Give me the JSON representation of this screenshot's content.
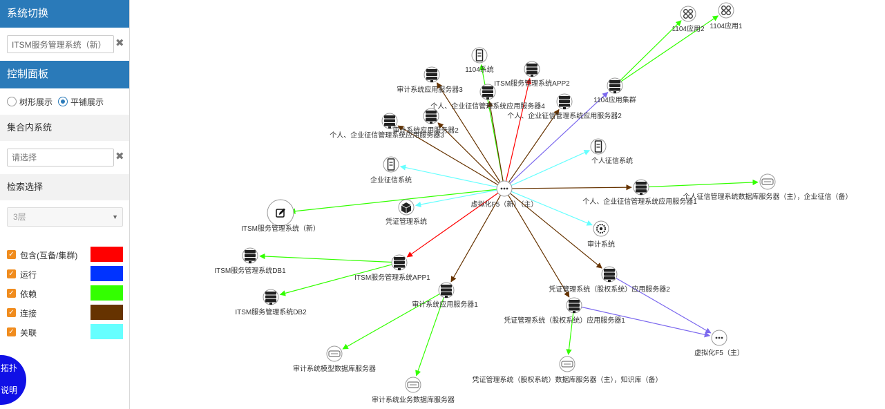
{
  "sidebar": {
    "system_switch_title": "系统切换",
    "system_input_value": "ITSM服务管理系统（新）",
    "control_panel_title": "控制面板",
    "display_modes": [
      {
        "label": "树形展示",
        "checked": false
      },
      {
        "label": "平铺展示",
        "checked": true
      }
    ],
    "collection_title": "集合内系统",
    "collection_placeholder": "请选择",
    "search_title": "检索选择",
    "level_select_value": "3层",
    "legend": [
      {
        "label": "包含(互备/集群)",
        "color": "#ff0000"
      },
      {
        "label": "运行",
        "color": "#0033ff"
      },
      {
        "label": "依赖",
        "color": "#33ff00"
      },
      {
        "label": "连接",
        "color": "#663300"
      },
      {
        "label": "关联",
        "color": "#66ffff"
      }
    ],
    "topology_button": {
      "line1": "拓扑",
      "line2": "说明"
    }
  },
  "graph": {
    "edge_colors": {
      "contain": "#ff0000",
      "run": "#0033ff",
      "depend": "#33ff00",
      "connect": "#663300",
      "relate": "#66ffff",
      "member": "#7b68ee"
    },
    "nodes": [
      {
        "id": "f5main",
        "label": "虚拟化F5（新）（主）",
        "icon": "more-icon"
      },
      {
        "id": "itsm",
        "label": "ITSM服务管理系统（新）",
        "icon": "edit-icon"
      },
      {
        "id": "app1",
        "label": "ITSM服务管理系统APP1",
        "icon": "server-icon"
      },
      {
        "id": "db1",
        "label": "ITSM服务管理系统DB1",
        "icon": "server-icon"
      },
      {
        "id": "db2",
        "label": "ITSM服务管理系统DB2",
        "icon": "server-icon"
      },
      {
        "id": "auditsrv1",
        "label": "审计系统应用服务器1",
        "icon": "server-icon"
      },
      {
        "id": "auditmodel",
        "label": "审计系统模型数据库服务器",
        "icon": "database-icon"
      },
      {
        "id": "auditbiz",
        "label": "审计系统业务数据库服务器",
        "icon": "database-icon"
      },
      {
        "id": "voucher",
        "label": "凭证管理系统",
        "icon": "box-icon"
      },
      {
        "id": "enterprise",
        "label": "企业征信系统",
        "icon": "server-small-icon"
      },
      {
        "id": "auditsrv3",
        "label": "审计系统应用服务器3",
        "icon": "server-icon"
      },
      {
        "id": "s1104",
        "label": "1104系统",
        "icon": "server-small-icon"
      },
      {
        "id": "itsmapp2",
        "label": "ITSM服务管理系统APP2",
        "icon": "server-icon"
      },
      {
        "id": "credit4",
        "label": "个人、企业征信管理系统应用服务器4",
        "icon": "server-icon"
      },
      {
        "id": "credit2",
        "label": "个人、企业征信管理系统应用服务器2",
        "icon": "server-icon"
      },
      {
        "id": "auditsrv2",
        "label": "审计系统应用服务器2",
        "icon": "server-icon"
      },
      {
        "id": "credit3",
        "label": "个人、企业征信管理系统应用服务器3",
        "icon": "server-icon"
      },
      {
        "id": "cluster1104",
        "label": "1104应用集群",
        "icon": "server-icon"
      },
      {
        "id": "app1104_2",
        "label": "1104应用2",
        "icon": "apps-icon"
      },
      {
        "id": "app1104_1",
        "label": "1104应用1",
        "icon": "apps-icon"
      },
      {
        "id": "personal",
        "label": "个人征信系统",
        "icon": "server-small-icon"
      },
      {
        "id": "credit1",
        "label": "个人、企业征信管理系统应用服务器1",
        "icon": "server-icon"
      },
      {
        "id": "creditdb",
        "label": "个人征信管理系统数据库服务器（主），企业征信（备）",
        "icon": "database-icon"
      },
      {
        "id": "audit",
        "label": "审计系统",
        "icon": "gear-icon"
      },
      {
        "id": "vouchersrv2",
        "label": "凭证管理系统（股权系统）应用服务器2",
        "icon": "server-icon"
      },
      {
        "id": "vouchersrv1",
        "label": "凭证管理系统（股权系统）应用服务器1",
        "icon": "server-icon"
      },
      {
        "id": "voucherdb",
        "label": "凭证管理系统（股权系统）数据库服务器（主），知识库（备）",
        "icon": "database-icon"
      },
      {
        "id": "f5",
        "label": "虚拟化F5（主）",
        "icon": "more-icon"
      }
    ]
  }
}
